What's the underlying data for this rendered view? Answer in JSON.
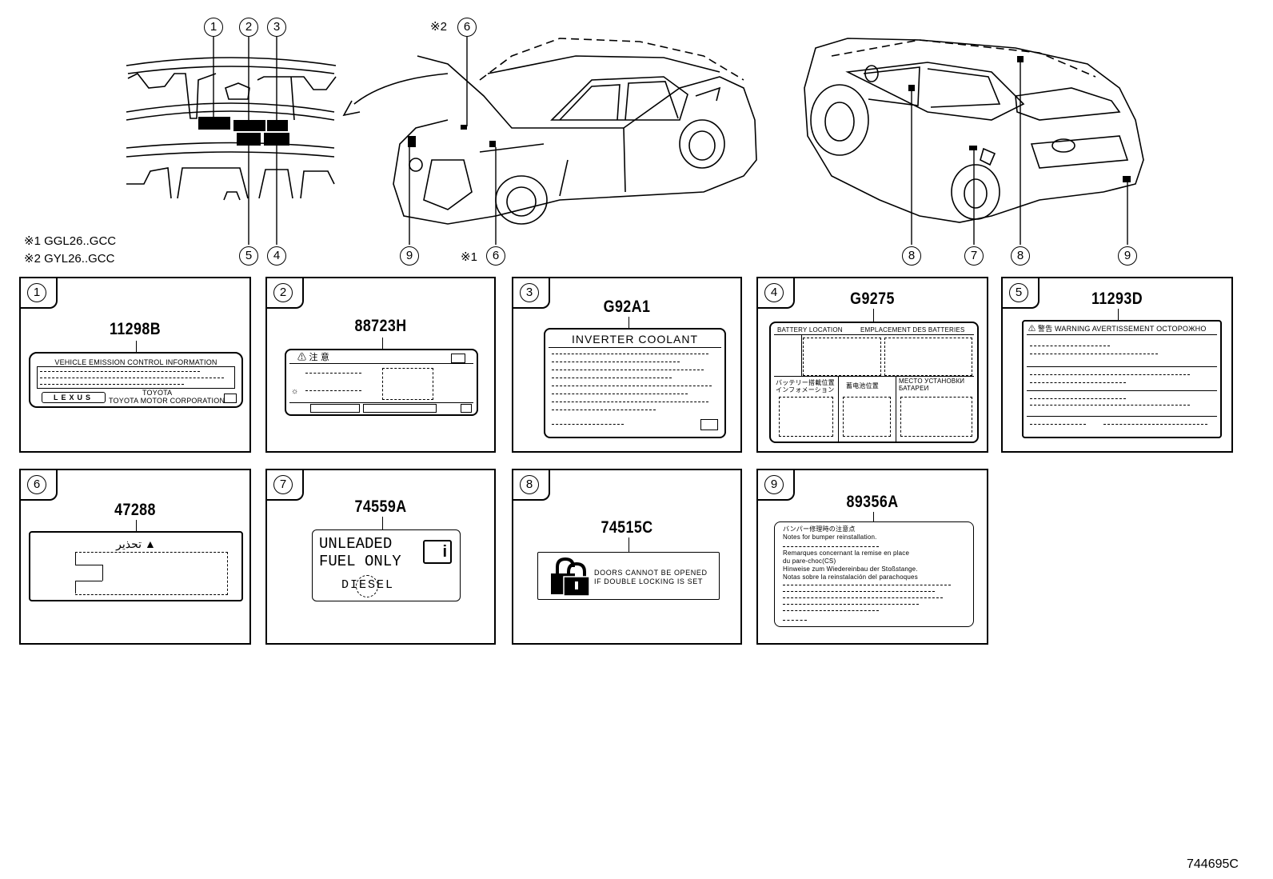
{
  "callouts_top": [
    "1",
    "2",
    "3",
    "4",
    "5",
    "6",
    "7",
    "8",
    "9"
  ],
  "notes": {
    "n1": "※1 GGL26..GCC",
    "n2": "※2 GYL26..GCC",
    "mark1": "※1",
    "mark2": "※2"
  },
  "panels": [
    {
      "num": "1",
      "part": "11298B",
      "text": [
        "VEHICLE EMISSION CONTROL INFORMATION",
        "TOYOTA",
        "TOYOTA MOTOR CORPORATION"
      ]
    },
    {
      "num": "2",
      "part": "88723H",
      "text": [
        "注 意"
      ]
    },
    {
      "num": "3",
      "part": "G92A1",
      "text": [
        "INVERTER COOLANT"
      ]
    },
    {
      "num": "4",
      "part": "G9275",
      "text": [
        "BATTERY LOCATION",
        "EMPLACEMENT DES BATTERIES",
        "バッテリー搭載位置",
        "インフォメーション",
        "蓄电池位置",
        "MECTO УСТАНОВКИ",
        "БАТАРЕИ"
      ]
    },
    {
      "num": "5",
      "part": "11293D",
      "text": [
        "警告 WARNING AVERTISSEMENT OCTOPOЖHO"
      ]
    },
    {
      "num": "6",
      "part": "47288",
      "text": [
        "تحذير"
      ]
    },
    {
      "num": "7",
      "part": "74559A",
      "text": [
        "UNLEADED",
        "FUEL ONLY",
        "DIESEL"
      ]
    },
    {
      "num": "8",
      "part": "74515C",
      "text": [
        "DOORS CANNOT BE OPENED",
        "IF DOUBLE LOCKING IS SET"
      ]
    },
    {
      "num": "9",
      "part": "89356A",
      "text": [
        "バンパー修理時の注意点",
        "Notes for bumper reinstallation.",
        "Remarques concernant la remise en place",
        "du pare-choc(CS)",
        "Hinweise zum Wiedereinbau der Stoßstange.",
        "Notas sobre la reinstalación del parachoques"
      ]
    }
  ],
  "diagram_code": "744695C"
}
